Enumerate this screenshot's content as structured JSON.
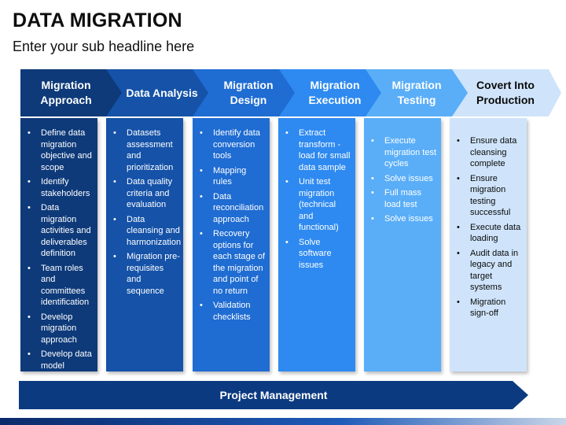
{
  "title": "DATA MIGRATION",
  "subtitle": "Enter your sub headline here",
  "steps": [
    {
      "label": "Migration Approach",
      "color": "#0e3a7a",
      "text_color": "#ffffff",
      "bullets": [
        "Define data migration objective and scope",
        "Identify stakeholders",
        "Data migration activities and deliverables definition",
        "Team roles and committees identification",
        "Develop migration approach",
        "Develop data model"
      ]
    },
    {
      "label": "Data Analysis",
      "color": "#1552a8",
      "text_color": "#ffffff",
      "bullets": [
        "Datasets assessment and prioritization",
        "Data quality criteria and evaluation",
        "Data cleansing and harmonization",
        "Migration pre-requisites and sequence"
      ]
    },
    {
      "label": "Migration Design",
      "color": "#1f6cd2",
      "text_color": "#ffffff",
      "bullets": [
        "Identify data conversion tools",
        "Mapping rules",
        "Data reconciliation approach",
        "Recovery options for each stage of the migration and point of no return",
        "Validation checklists"
      ]
    },
    {
      "label": "Migration Execution",
      "color": "#2e8af0",
      "text_color": "#ffffff",
      "bullets": [
        "Extract transform - load for small data sample",
        "Unit test migration (technical and functional)",
        "Solve software issues"
      ]
    },
    {
      "label": "Migration Testing",
      "color": "#5aaef8",
      "text_color": "#ffffff",
      "bullets": [
        "Execute migration test cycles",
        "Solve issues",
        "Full mass load test",
        "Solve issues"
      ]
    },
    {
      "label": "Covert Into Production",
      "color": "#cfe4fb",
      "text_color": "#0a0a0a",
      "bullets": [
        "Ensure data cleansing complete",
        "Ensure migration testing successful",
        "Execute data loading",
        "Audit data in legacy and target systems",
        "Migration sign-off"
      ]
    }
  ],
  "footer": {
    "label": "Project Management",
    "color": "#0b3a80"
  }
}
